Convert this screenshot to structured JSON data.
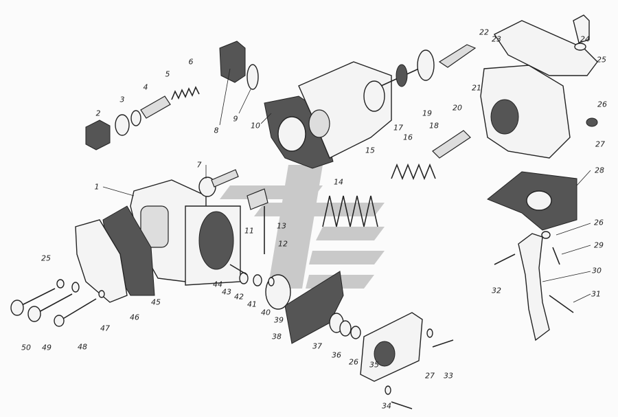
{
  "diagram": {
    "type": "exploded-parts-view",
    "part_labels": [
      "1",
      "2",
      "3",
      "4",
      "5",
      "6",
      "7",
      "8",
      "9",
      "10",
      "11",
      "12",
      "13",
      "14",
      "15",
      "16",
      "17",
      "18",
      "19",
      "20",
      "21",
      "22",
      "23",
      "24",
      "25",
      "26",
      "27",
      "28",
      "26",
      "29",
      "30",
      "31",
      "32",
      "33",
      "34",
      "27",
      "35",
      "26",
      "36",
      "37",
      "38",
      "39",
      "40",
      "41",
      "42",
      "43",
      "44",
      "45",
      "46",
      "47",
      "48",
      "49",
      "50",
      "25"
    ]
  }
}
